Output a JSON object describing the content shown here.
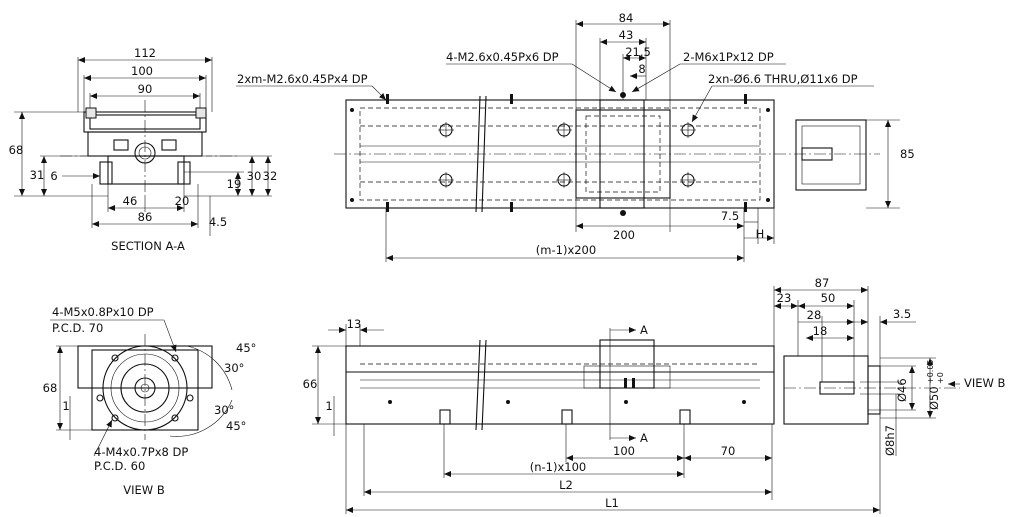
{
  "views": {
    "section_aa": {
      "caption": "SECTION A-A",
      "dims": [
        "112",
        "100",
        "90",
        "68",
        "31",
        "6",
        "46",
        "20",
        "86",
        "19",
        "30",
        "32",
        "4.5"
      ]
    },
    "top_view": {
      "callouts": {
        "m2_6": "2xm-M2.6x0.45Px4 DP",
        "m2_6_4": "4-M2.6x0.45Px6 DP",
        "m6": "2-M6x1Px12 DP",
        "thru": "2xn-Ø6.6 THRU,Ø11x6 DP"
      },
      "dims": [
        "84",
        "43",
        "21.5",
        "8",
        "85",
        "200",
        "7.5",
        "H",
        "(m-1)x200"
      ]
    },
    "view_b": {
      "caption": "VIEW B",
      "callouts": {
        "m5": "4-M5x0.8Px10 DP",
        "pcd70": "P.C.D. 70",
        "m4": "4-M4x0.7Px8 DP",
        "pcd60": "P.C.D. 60"
      },
      "angles": [
        "45°",
        "30°",
        "30°",
        "45°"
      ],
      "dims": [
        "68",
        "1"
      ]
    },
    "front_view": {
      "section_marks": [
        "A",
        "A"
      ],
      "view_label": "VIEW B",
      "dims": [
        "87",
        "23",
        "50",
        "28",
        "18",
        "3.5",
        "13",
        "66",
        "1",
        "100",
        "70",
        "(n-1)x100",
        "L2",
        "L1",
        "Ø46",
        "Ø50",
        "+0.05",
        "+0",
        "Ø8h7"
      ]
    }
  }
}
